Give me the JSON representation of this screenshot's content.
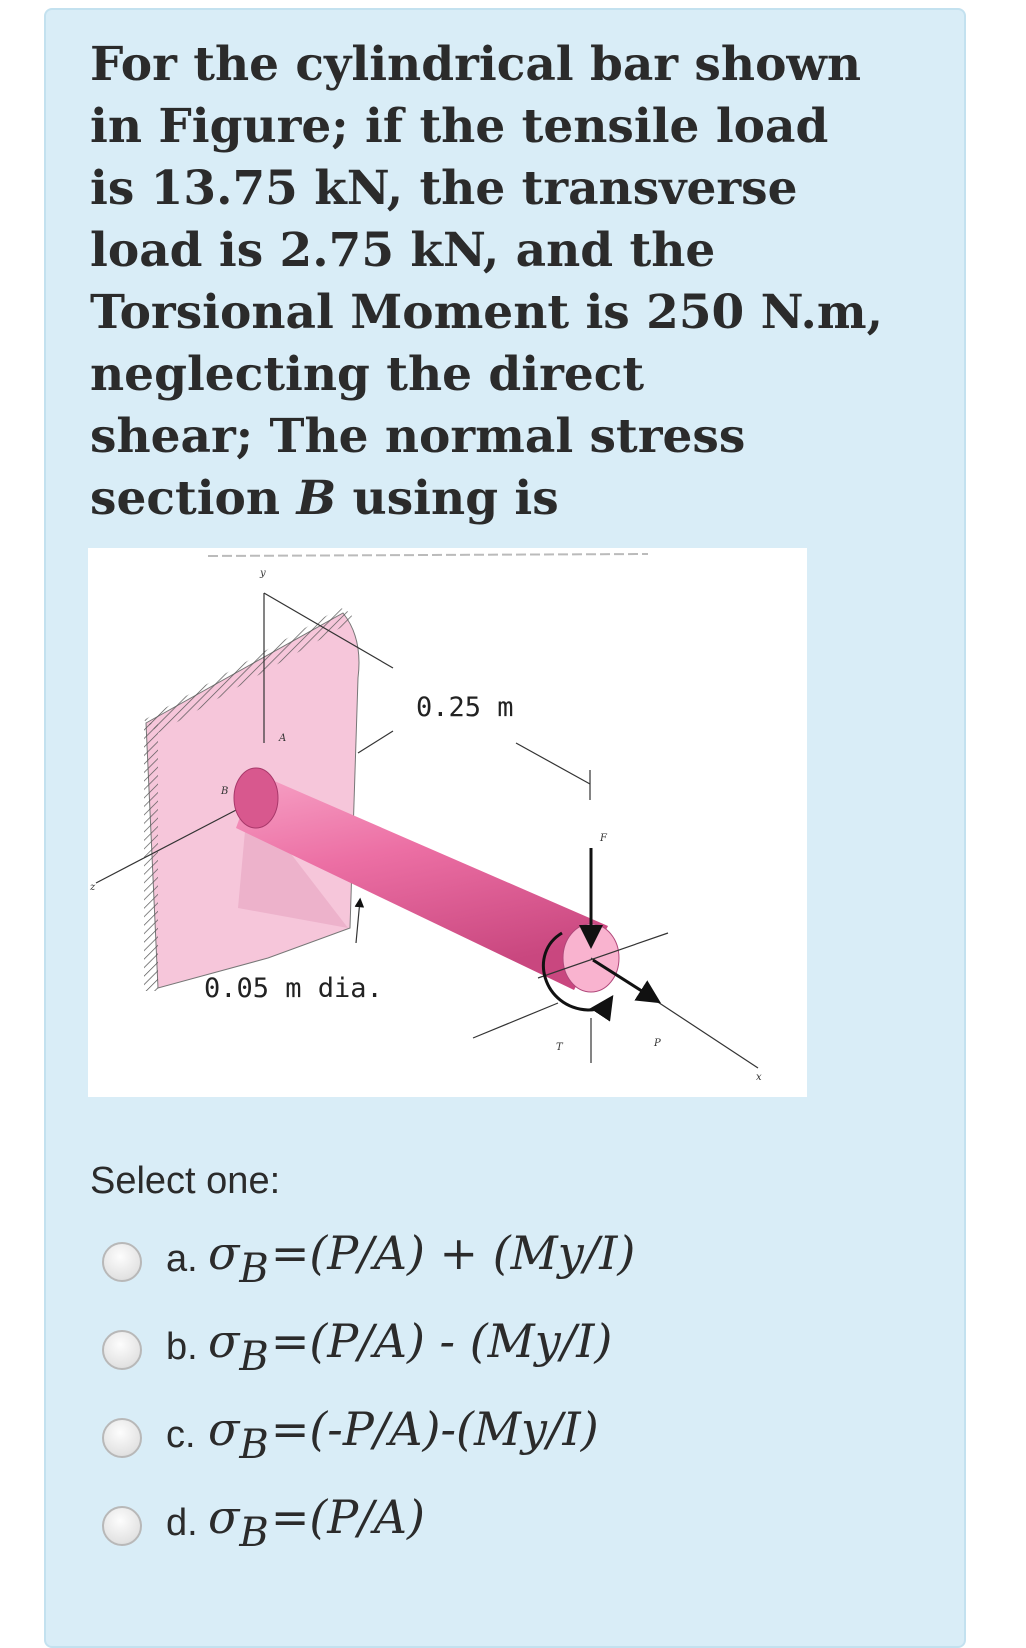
{
  "question": {
    "lines": [
      "For the cylindrical bar shown",
      "in Figure; if the tensile load",
      "is 13.75 kN, the transverse",
      "load is 2.75 kN, and the",
      "Torsional Moment is 250 N.m,",
      "neglecting the direct",
      "shear; The normal stress"
    ],
    "last_line_prefix": "section ",
    "last_line_italic": "B",
    "last_line_suffix": " using is"
  },
  "figure": {
    "length_label": "0.25 m",
    "diameter_label": "0.05 m dia.",
    "point_a": "A",
    "point_b": "B",
    "axis_y": "y",
    "axis_z": "z",
    "axis_x": "x",
    "force_f": "F",
    "torque_t": "T",
    "load_p": "P"
  },
  "select_label": "Select one:",
  "options": [
    {
      "letter": "a.",
      "sigma": "σ",
      "sub": "B",
      "expr": "=(P/A) + (My/I)"
    },
    {
      "letter": "b.",
      "sigma": "σ",
      "sub": "B",
      "expr": "=(P/A) - (My/I)"
    },
    {
      "letter": "c.",
      "sigma": "σ",
      "sub": "B",
      "expr": "=(-P/A)-(My/I)"
    },
    {
      "letter": "d.",
      "sigma": "σ",
      "sub": "B",
      "expr": "=(P/A)"
    }
  ],
  "colors": {
    "card_bg": "#d9edf7",
    "wall_pink": "#f6c6da",
    "bar_pink": "#ec6fa4",
    "bar_end": "#f9b3cf"
  }
}
